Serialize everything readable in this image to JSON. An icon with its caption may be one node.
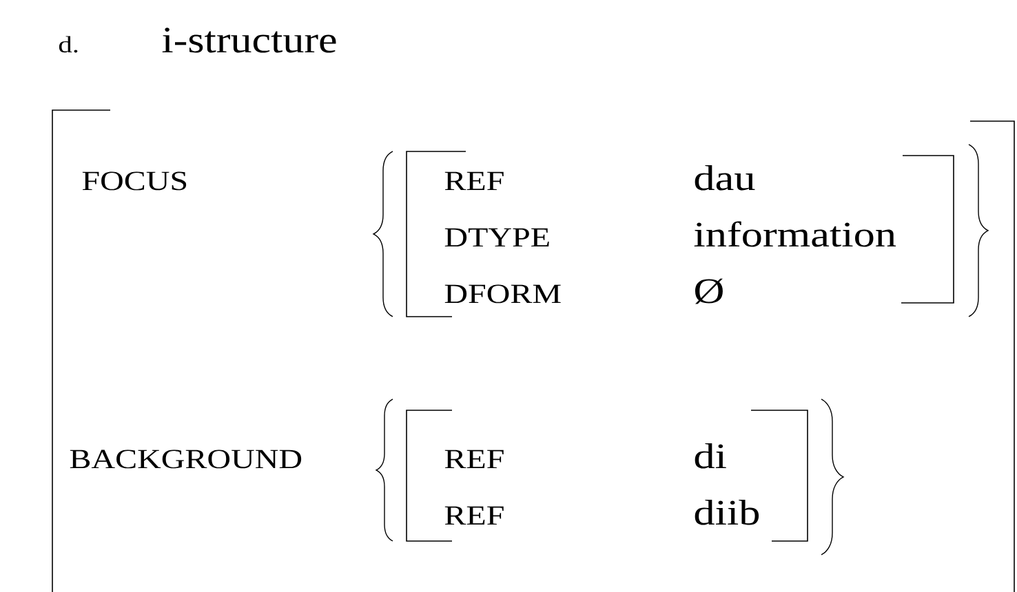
{
  "diagram": {
    "title": "i-structure",
    "labels": [
      "d.",
      "FOCUS",
      "REF",
      "dau",
      "DTYPE",
      "information",
      "DFORM",
      "Ø",
      "BACKGROUND",
      "REF",
      "di",
      "REF",
      "diib"
    ]
  }
}
